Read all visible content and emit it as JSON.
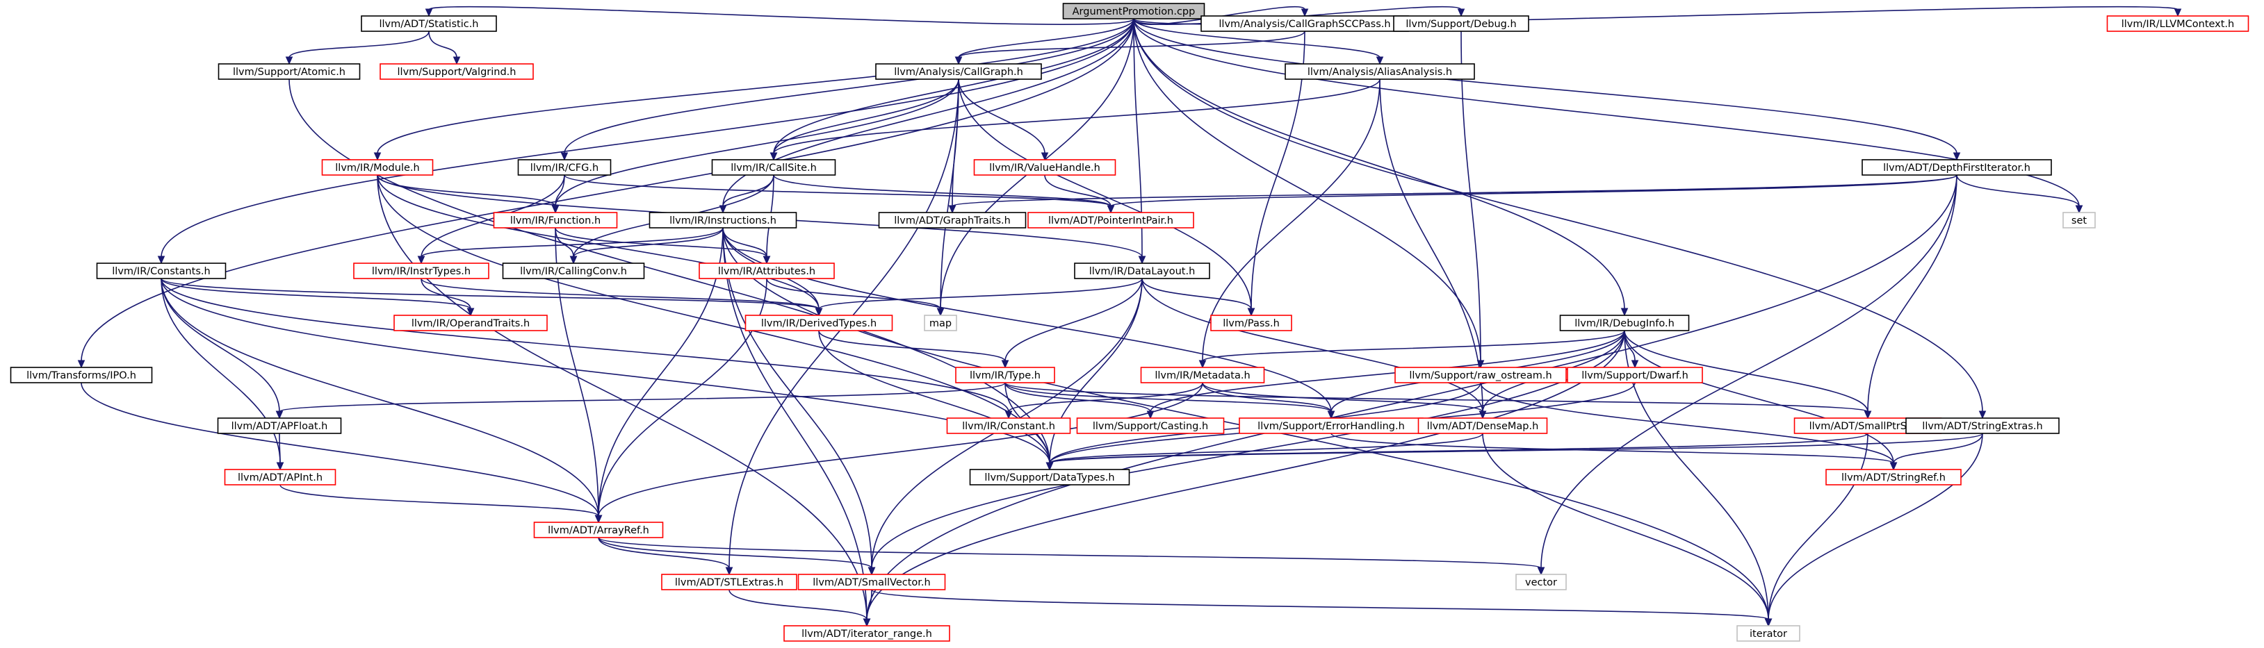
{
  "title": "ArgumentPromotion.cpp",
  "colors": {
    "edge": "#191970",
    "root_fill": "#bfbfbf",
    "documented_border": "#000000",
    "truncated_border": "#ff0000",
    "external_border": "#bfbfbf"
  },
  "nodes": {
    "root": {
      "label": "ArgumentPromotion.cpp",
      "kind": "root"
    },
    "statistic": {
      "label": "llvm/ADT/Statistic.h",
      "kind": "doc"
    },
    "cgscc": {
      "label": "llvm/Analysis/CallGraphSCCPass.h",
      "kind": "doc"
    },
    "debug": {
      "label": "llvm/Support/Debug.h",
      "kind": "doc"
    },
    "llvmctx": {
      "label": "llvm/IR/LLVMContext.h",
      "kind": "trunc"
    },
    "atomic": {
      "label": "llvm/Support/Atomic.h",
      "kind": "doc"
    },
    "valgrind": {
      "label": "llvm/Support/Valgrind.h",
      "kind": "trunc"
    },
    "callgraph": {
      "label": "llvm/Analysis/CallGraph.h",
      "kind": "doc"
    },
    "alias": {
      "label": "llvm/Analysis/AliasAnalysis.h",
      "kind": "doc"
    },
    "module": {
      "label": "llvm/IR/Module.h",
      "kind": "trunc"
    },
    "cfg": {
      "label": "llvm/IR/CFG.h",
      "kind": "doc"
    },
    "callsite": {
      "label": "llvm/IR/CallSite.h",
      "kind": "doc"
    },
    "valuehandle": {
      "label": "llvm/IR/ValueHandle.h",
      "kind": "trunc"
    },
    "dfi": {
      "label": "llvm/ADT/DepthFirstIterator.h",
      "kind": "doc"
    },
    "function": {
      "label": "llvm/IR/Function.h",
      "kind": "trunc"
    },
    "instructions": {
      "label": "llvm/IR/Instructions.h",
      "kind": "doc"
    },
    "graphtraits": {
      "label": "llvm/ADT/GraphTraits.h",
      "kind": "doc"
    },
    "pip": {
      "label": "llvm/ADT/PointerIntPair.h",
      "kind": "trunc"
    },
    "set": {
      "label": "set",
      "kind": "ext"
    },
    "constants": {
      "label": "llvm/IR/Constants.h",
      "kind": "doc"
    },
    "instrtypes": {
      "label": "llvm/IR/InstrTypes.h",
      "kind": "trunc"
    },
    "callingconv": {
      "label": "llvm/IR/CallingConv.h",
      "kind": "doc"
    },
    "attributes": {
      "label": "llvm/IR/Attributes.h",
      "kind": "trunc"
    },
    "datalayout": {
      "label": "llvm/IR/DataLayout.h",
      "kind": "doc"
    },
    "operandtraits": {
      "label": "llvm/IR/OperandTraits.h",
      "kind": "trunc"
    },
    "derivedtypes": {
      "label": "llvm/IR/DerivedTypes.h",
      "kind": "trunc"
    },
    "map": {
      "label": "map",
      "kind": "ext"
    },
    "pass": {
      "label": "llvm/Pass.h",
      "kind": "trunc"
    },
    "debuginfo": {
      "label": "llvm/IR/DebugInfo.h",
      "kind": "doc"
    },
    "ipo": {
      "label": "llvm/Transforms/IPO.h",
      "kind": "doc"
    },
    "metadata": {
      "label": "llvm/IR/Metadata.h",
      "kind": "trunc"
    },
    "type": {
      "label": "llvm/IR/Type.h",
      "kind": "trunc"
    },
    "rawostream": {
      "label": "llvm/Support/raw_ostream.h",
      "kind": "trunc"
    },
    "dwarf": {
      "label": "llvm/Support/Dwarf.h",
      "kind": "trunc"
    },
    "apfloat": {
      "label": "llvm/ADT/APFloat.h",
      "kind": "doc"
    },
    "constant": {
      "label": "llvm/IR/Constant.h",
      "kind": "trunc"
    },
    "casting": {
      "label": "llvm/Support/Casting.h",
      "kind": "trunc"
    },
    "errorhandling": {
      "label": "llvm/Support/ErrorHandling.h",
      "kind": "trunc"
    },
    "densemap": {
      "label": "llvm/ADT/DenseMap.h",
      "kind": "trunc"
    },
    "smallptrset": {
      "label": "llvm/ADT/SmallPtrSet.h",
      "kind": "trunc"
    },
    "stringextras": {
      "label": "llvm/ADT/StringExtras.h",
      "kind": "doc"
    },
    "apint": {
      "label": "llvm/ADT/APInt.h",
      "kind": "trunc"
    },
    "datatypes": {
      "label": "llvm/Support/DataTypes.h",
      "kind": "doc"
    },
    "stringref": {
      "label": "llvm/ADT/StringRef.h",
      "kind": "trunc"
    },
    "arrayref": {
      "label": "llvm/ADT/ArrayRef.h",
      "kind": "trunc"
    },
    "stlextras": {
      "label": "llvm/ADT/STLExtras.h",
      "kind": "trunc"
    },
    "smallvector": {
      "label": "llvm/ADT/SmallVector.h",
      "kind": "trunc"
    },
    "vector": {
      "label": "vector",
      "kind": "ext"
    },
    "iterrange": {
      "label": "llvm/ADT/iterator_range.h",
      "kind": "trunc"
    },
    "iterator": {
      "label": "iterator",
      "kind": "ext"
    }
  },
  "edges": [
    [
      "root",
      "statistic"
    ],
    [
      "root",
      "cgscc"
    ],
    [
      "root",
      "debug"
    ],
    [
      "root",
      "llvmctx"
    ],
    [
      "root",
      "callgraph"
    ],
    [
      "root",
      "alias"
    ],
    [
      "root",
      "module"
    ],
    [
      "root",
      "cfg"
    ],
    [
      "root",
      "callsite"
    ],
    [
      "root",
      "dfi"
    ],
    [
      "root",
      "instructions"
    ],
    [
      "root",
      "constants"
    ],
    [
      "root",
      "datalayout"
    ],
    [
      "root",
      "debuginfo"
    ],
    [
      "root",
      "ipo"
    ],
    [
      "root",
      "stringextras"
    ],
    [
      "root",
      "set"
    ],
    [
      "root",
      "map"
    ],
    [
      "root",
      "rawostream"
    ],
    [
      "statistic",
      "atomic"
    ],
    [
      "statistic",
      "valgrind"
    ],
    [
      "cgscc",
      "callgraph"
    ],
    [
      "cgscc",
      "pass"
    ],
    [
      "debug",
      "rawostream"
    ],
    [
      "atomic",
      "datatypes"
    ],
    [
      "callgraph",
      "callsite"
    ],
    [
      "callgraph",
      "valuehandle"
    ],
    [
      "callgraph",
      "function"
    ],
    [
      "callgraph",
      "graphtraits"
    ],
    [
      "callgraph",
      "pass"
    ],
    [
      "callgraph",
      "map"
    ],
    [
      "callgraph",
      "stlextras"
    ],
    [
      "alias",
      "callsite"
    ],
    [
      "alias",
      "metadata"
    ],
    [
      "alias",
      "densemap"
    ],
    [
      "module",
      "function"
    ],
    [
      "module",
      "datalayout"
    ],
    [
      "module",
      "derivedtypes"
    ],
    [
      "module",
      "iterrange"
    ],
    [
      "module",
      "datatypes"
    ],
    [
      "cfg",
      "function"
    ],
    [
      "cfg",
      "instrtypes"
    ],
    [
      "cfg",
      "pip"
    ],
    [
      "callsite",
      "instructions"
    ],
    [
      "callsite",
      "callingconv"
    ],
    [
      "callsite",
      "attributes"
    ],
    [
      "callsite",
      "pip"
    ],
    [
      "valuehandle",
      "pip"
    ],
    [
      "dfi",
      "graphtraits"
    ],
    [
      "dfi",
      "pip"
    ],
    [
      "dfi",
      "set"
    ],
    [
      "dfi",
      "smallptrset"
    ],
    [
      "dfi",
      "vector"
    ],
    [
      "dfi",
      "iterrange"
    ],
    [
      "function",
      "attributes"
    ],
    [
      "function",
      "callingconv"
    ],
    [
      "function",
      "arrayref"
    ],
    [
      "instructions",
      "instrtypes"
    ],
    [
      "instructions",
      "attributes"
    ],
    [
      "instructions",
      "callingconv"
    ],
    [
      "instructions",
      "derivedtypes"
    ],
    [
      "instructions",
      "errorhandling"
    ],
    [
      "instructions",
      "arrayref"
    ],
    [
      "instructions",
      "smallvector"
    ],
    [
      "instructions",
      "iterrange"
    ],
    [
      "instructions",
      "iterator"
    ],
    [
      "constants",
      "apfloat"
    ],
    [
      "constants",
      "apint"
    ],
    [
      "constants",
      "operandtraits"
    ],
    [
      "constants",
      "derivedtypes"
    ],
    [
      "constants",
      "constant"
    ],
    [
      "constants",
      "arrayref"
    ],
    [
      "constants",
      "datatypes"
    ],
    [
      "instrtypes",
      "operandtraits"
    ],
    [
      "instrtypes",
      "derivedtypes"
    ],
    [
      "attributes",
      "map"
    ],
    [
      "attributes",
      "arrayref"
    ],
    [
      "datalayout",
      "derivedtypes"
    ],
    [
      "datalayout",
      "type"
    ],
    [
      "datalayout",
      "pass"
    ],
    [
      "datalayout",
      "densemap"
    ],
    [
      "datalayout",
      "smallvector"
    ],
    [
      "datalayout",
      "datatypes"
    ],
    [
      "derivedtypes",
      "type"
    ],
    [
      "derivedtypes",
      "datatypes"
    ],
    [
      "debuginfo",
      "metadata"
    ],
    [
      "debuginfo",
      "dwarf"
    ],
    [
      "debuginfo",
      "densemap"
    ],
    [
      "debuginfo",
      "smallptrset"
    ],
    [
      "debuginfo",
      "stringref"
    ],
    [
      "debuginfo",
      "casting"
    ],
    [
      "debuginfo",
      "errorhandling"
    ],
    [
      "debuginfo",
      "smallvector"
    ],
    [
      "debuginfo",
      "iterrange"
    ],
    [
      "debuginfo",
      "iterator"
    ],
    [
      "ipo",
      "arrayref"
    ],
    [
      "metadata",
      "constant"
    ],
    [
      "metadata",
      "densemap"
    ],
    [
      "metadata",
      "errorhandling"
    ],
    [
      "metadata",
      "arrayref"
    ],
    [
      "type",
      "apfloat"
    ],
    [
      "type",
      "casting"
    ],
    [
      "type",
      "errorhandling"
    ],
    [
      "type",
      "datatypes"
    ],
    [
      "type",
      "smallptrset"
    ],
    [
      "rawostream",
      "stringref"
    ],
    [
      "rawostream",
      "datatypes"
    ],
    [
      "dwarf",
      "datatypes"
    ],
    [
      "apfloat",
      "apint"
    ],
    [
      "apint",
      "arrayref"
    ],
    [
      "errorhandling",
      "stringref"
    ],
    [
      "densemap",
      "datatypes"
    ],
    [
      "densemap",
      "iterator"
    ],
    [
      "smallptrset",
      "datatypes"
    ],
    [
      "smallptrset",
      "iterator"
    ],
    [
      "stringextras",
      "stringref"
    ],
    [
      "stringextras",
      "datatypes"
    ],
    [
      "stringextras",
      "iterator"
    ],
    [
      "arrayref",
      "stlextras"
    ],
    [
      "arrayref",
      "smallvector"
    ],
    [
      "arrayref",
      "vector"
    ],
    [
      "stlextras",
      "iterrange"
    ],
    [
      "smallvector",
      "iterrange"
    ],
    [
      "smallvector",
      "iterator"
    ]
  ]
}
